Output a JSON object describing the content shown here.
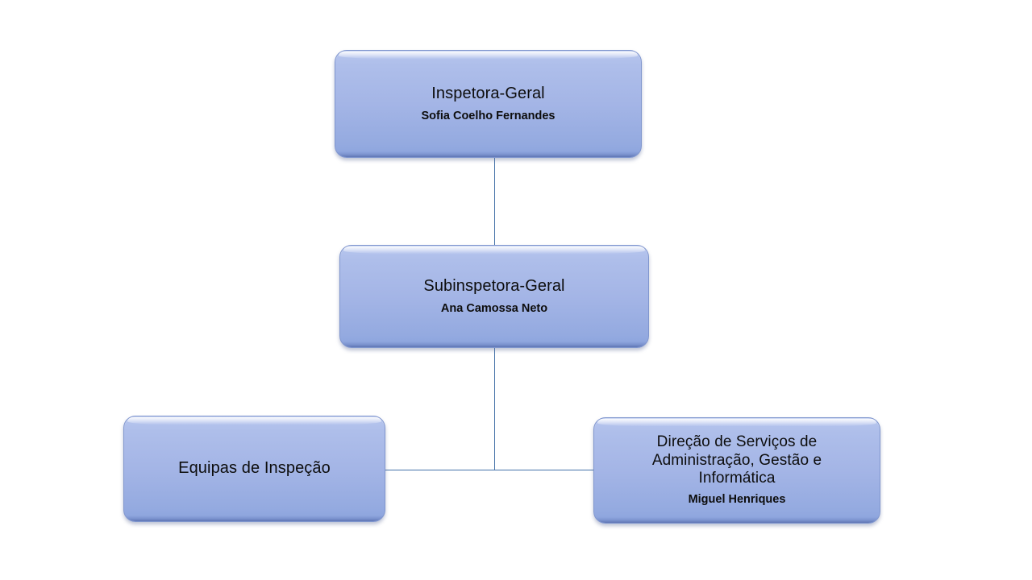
{
  "chart": {
    "type": "org-chart",
    "background_color": "#ffffff",
    "node_fill_top": "#b7c6ee",
    "node_fill_bottom": "#8ba3dd",
    "node_border_color": "#8096ce",
    "connector_color": "#4472a8",
    "text_color": "#0d0d0d"
  },
  "nodes": {
    "inspetora_geral": {
      "title": "Inspetora-Geral",
      "name": "Sofia Coelho Fernandes"
    },
    "subinspetora_geral": {
      "title": "Subinspetora-Geral",
      "name": "Ana Camossa Neto"
    },
    "equipas_inspecao": {
      "title": "Equipas de Inspeção",
      "name": ""
    },
    "direcao_servicos": {
      "title_line_1": "Direção de Serviços de",
      "title_line_2": "Administração, Gestão e",
      "title_line_3": "Informática",
      "name": "Miguel Henriques"
    }
  }
}
